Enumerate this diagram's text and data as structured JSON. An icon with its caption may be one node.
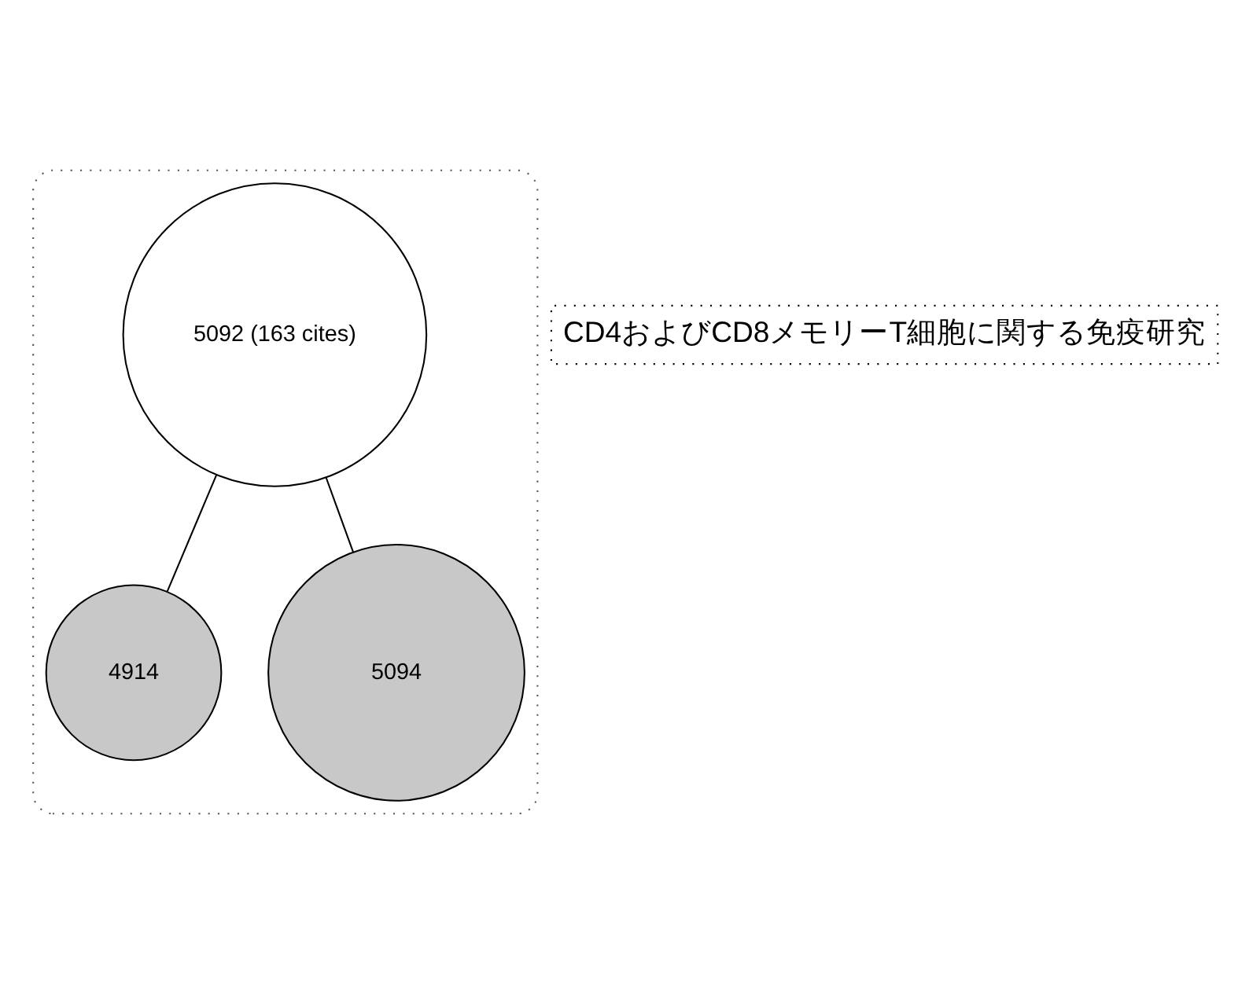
{
  "diagram": {
    "nodes": [
      {
        "text": [],
        "shape": "ellipse"
      },
      {
        "text": [
          "5092 (163 cites)"
        ],
        "in": 0
      },
      {
        "text": [
          "4914"
        ],
        "in": 0
      },
      {
        "text": [
          "5094"
        ],
        "in": 0
      },
      {
        "text": [
          "CD4およびCD8メモリーT細胞に関する免疫研究"
        ]
      }
    ],
    "edges": [
      {
        "from": 1,
        "to": 2,
        "arrow": "none"
      },
      {
        "from": 1,
        "to": 3,
        "arrow": "none"
      }
    ]
  }
}
